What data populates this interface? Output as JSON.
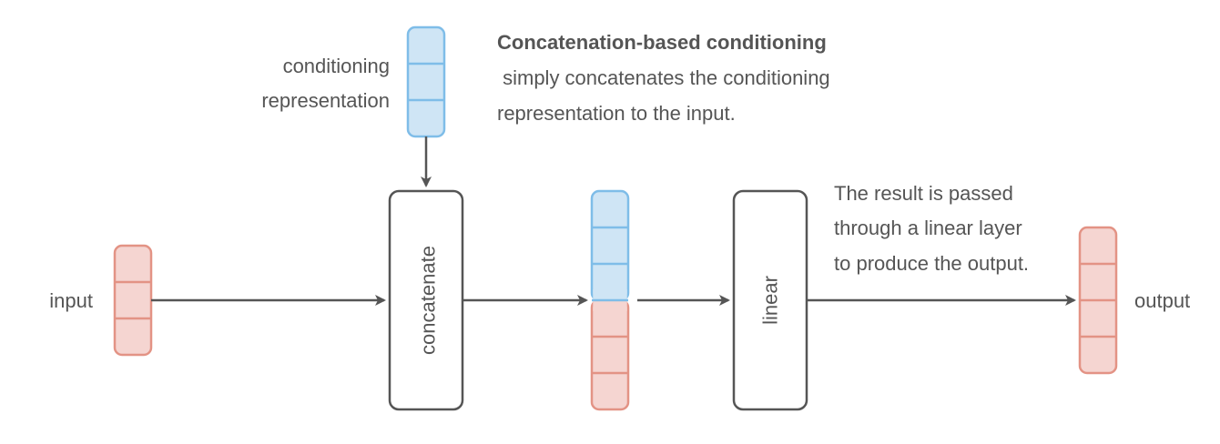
{
  "colors": {
    "blue_fill": "#cfe5f5",
    "blue_stroke": "#7fbde8",
    "red_fill": "#f5d5d1",
    "red_stroke": "#e39385",
    "box_stroke": "#555555",
    "arrow": "#555555",
    "text": "#555555"
  },
  "labels": {
    "input": "input",
    "output": "output",
    "conditioning_line1": "conditioning",
    "conditioning_line2": "representation"
  },
  "boxes": {
    "concatenate": "concatenate",
    "linear": "linear"
  },
  "annotations": {
    "top_title": "Concatenation-based conditioning",
    "top_line2": " simply concatenates the conditioning",
    "top_line3": "representation to the input.",
    "right_line1": "The result is passed",
    "right_line2": "through a linear layer",
    "right_line3": "to produce the output."
  },
  "vectors": {
    "input_cells": 3,
    "conditioning_cells": 3,
    "concatenated_blue_cells": 3,
    "concatenated_red_cells": 3,
    "output_cells": 4
  }
}
